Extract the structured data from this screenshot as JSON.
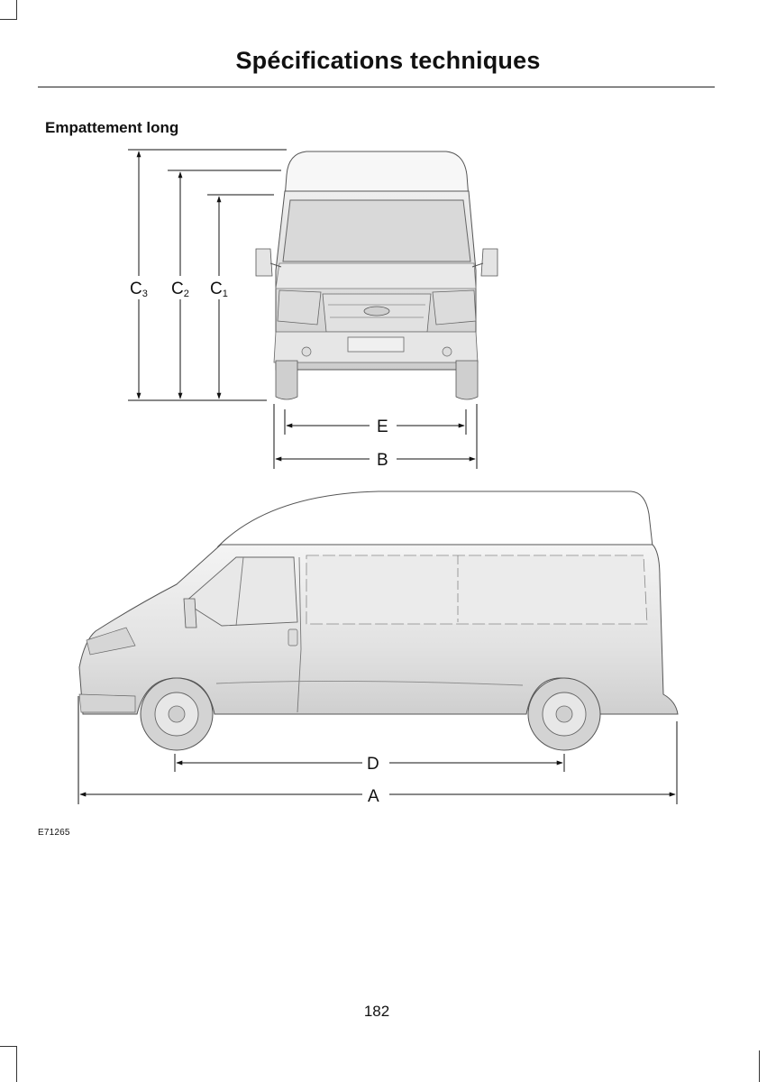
{
  "header": {
    "title": "Spécifications techniques"
  },
  "section": {
    "heading": "Empattement long"
  },
  "diagram": {
    "dimensions": {
      "c3": {
        "letter": "C",
        "sub": "3"
      },
      "c2": {
        "letter": "C",
        "sub": "2"
      },
      "c1": {
        "letter": "C",
        "sub": "1"
      },
      "e": "E",
      "b": "B",
      "d": "D",
      "a": "A"
    },
    "figure_code": "E71265"
  },
  "footer": {
    "page_number": "182"
  }
}
